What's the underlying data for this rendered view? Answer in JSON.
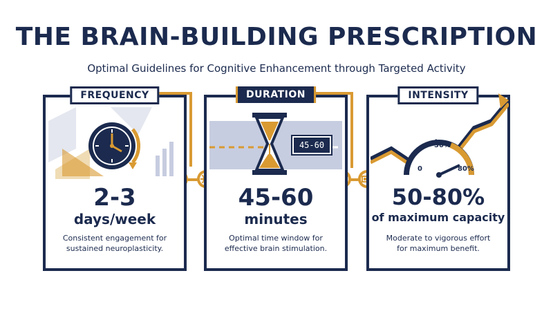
{
  "header": {
    "title": "THE BRAIN-BUILDING PRESCRIPTION",
    "subtitle": "Optimal Guidelines for Cognitive Enhancement through Targeted Activity"
  },
  "cards": [
    {
      "label": "FREQUENCY",
      "value": "2-3",
      "unit": "days/week",
      "description_line1": "Consistent engagement for",
      "description_line2": "sustained neuroplasticity.",
      "icon": "clock-icon"
    },
    {
      "label": "DURATION",
      "value": "45-60",
      "unit": "minutes",
      "description_line1": "Optimal time window for",
      "description_line2": "effective brain stimulation.",
      "icon": "hourglass-icon",
      "timer_readout": "45-60"
    },
    {
      "label": "INTENSITY",
      "value": "50-80%",
      "unit": "of maximum capacity",
      "description_line1": "Moderate to vigorous effort",
      "description_line2": "for maximum benefit.",
      "icon": "gauge-icon",
      "gauge_labels": {
        "min": "0",
        "mid": "50%",
        "max": "80%"
      }
    }
  ],
  "colors": {
    "navy": "#1b2a4e",
    "gold": "#d99a32",
    "pale_blue": "#c7cde0"
  }
}
